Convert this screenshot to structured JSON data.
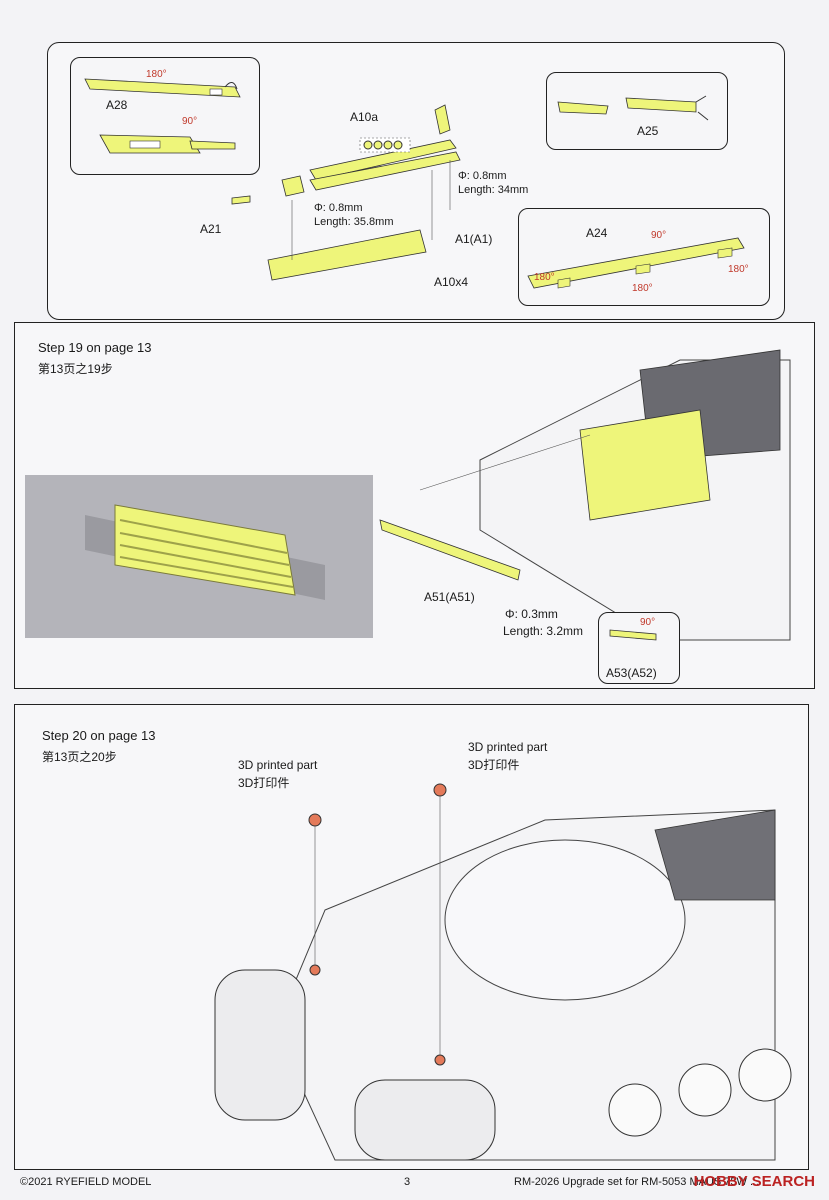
{
  "top_panel": {
    "box_a28": {
      "part": "A28",
      "angle1": "180°",
      "angle2": "90°"
    },
    "box_a25": {
      "part": "A25"
    },
    "center": {
      "part_a10a": "A10a",
      "wire1_dia": "Φ: 0.8mm",
      "wire1_len": "Length: 34mm",
      "wire2_dia": "Φ: 0.8mm",
      "wire2_len": "Length: 35.8mm",
      "part_a21": "A21",
      "part_a1": "A1(A1)",
      "part_a10x4": "A10x4"
    },
    "box_a24": {
      "part": "A24",
      "angle_top": "90°",
      "angle_left": "180°",
      "angle_mid": "180°",
      "angle_right": "180°"
    }
  },
  "step19": {
    "title": "Step 19 on page 13",
    "subtitle": "第13页之19步",
    "part_a51": "A51(A51)",
    "wire_dia": "Φ: 0.3mm",
    "wire_len": "Length: 3.2mm",
    "part_a53": "A53(A52)",
    "angle": "90°"
  },
  "step20": {
    "title": "Step 20 on page 13",
    "subtitle": "第13页之20步",
    "note1_en": "3D printed part",
    "note1_cn": "3D打印件",
    "note2_en": "3D printed part",
    "note2_cn": "3D打印件"
  },
  "footer": {
    "copyright": "©2021 RYEFIELD MODEL",
    "page_number": "3",
    "product": "RM-2026 Upgrade set for RM-5053 MAUS 75W ...",
    "watermark": "HOBBY SEARCH"
  },
  "colors": {
    "pe_yellow": "#eef57a",
    "accent_red": "#c0392b",
    "printed_part": "#e47a5a"
  }
}
